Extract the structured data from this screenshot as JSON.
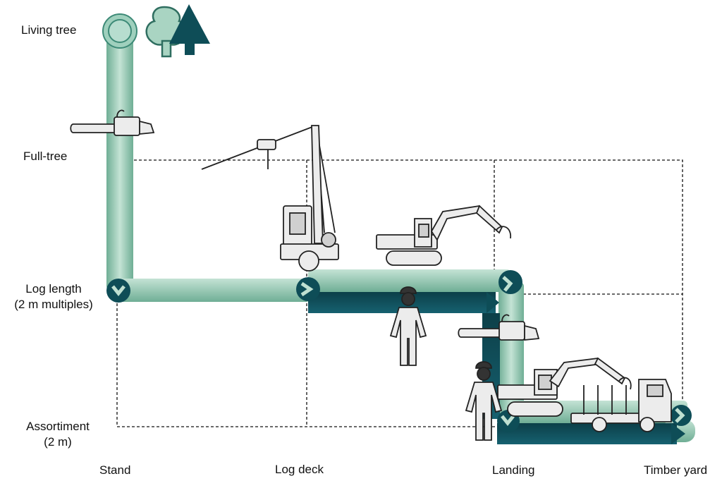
{
  "stages": {
    "living_tree": "Living tree",
    "full_tree": "Full-tree",
    "log_length_1": "Log length",
    "log_length_2": "(2 m multiples)",
    "assortiment_1": "Assortiment",
    "assortiment_2": "(2 m)"
  },
  "locations": {
    "stand": "Stand",
    "log_deck": "Log deck",
    "landing": "Landing",
    "timber_yard": "Timber yard"
  },
  "icons": [
    "tree-cross-section-icon",
    "deciduous-tree-icon",
    "conifer-tree-icon",
    "chainsaw-icon",
    "cable-yarder-icon",
    "excavator-processor-icon",
    "worker-icon",
    "log-truck-crane-icon"
  ],
  "colors": {
    "light_pipe": "#8fc3ac",
    "light_pipe_hi": "#bfe0d1",
    "dark_pipe": "#0e4d57",
    "machine_fill": "#ececec",
    "machine_stroke": "#222222"
  }
}
